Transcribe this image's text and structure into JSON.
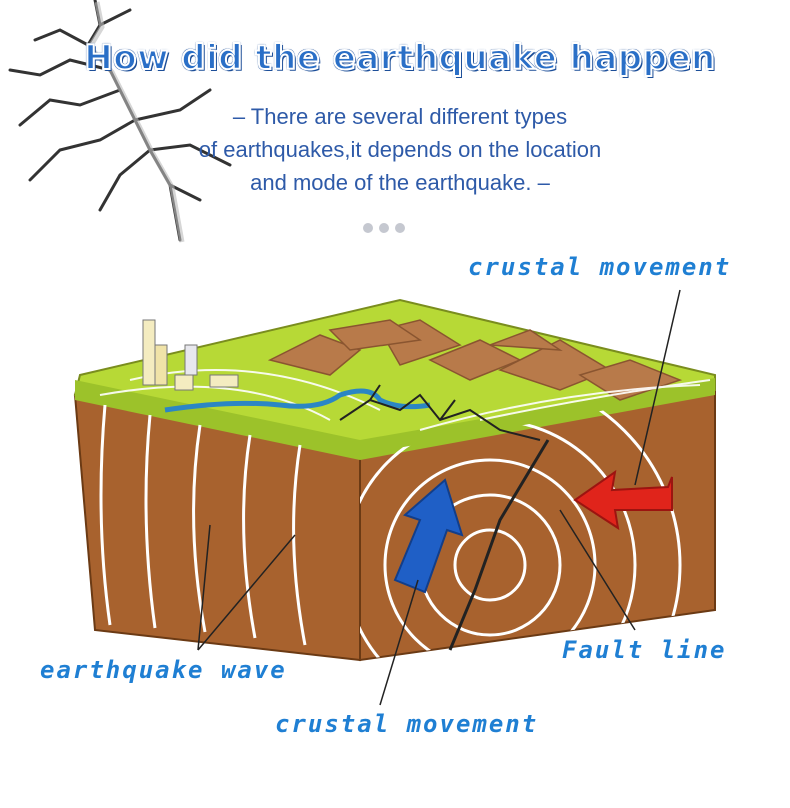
{
  "header": {
    "title": "How did the earthquake happen",
    "subtitle_lines": [
      "–  There are several different types",
      "of earthquakes,it depends on the location",
      "and mode of the earthquake.    –"
    ]
  },
  "labels": {
    "crustal_top": "crustal movement",
    "fault_line": "Fault line",
    "wave": "earthquake wave",
    "crustal_bottom": "crustal movement"
  },
  "colors": {
    "label_blue": "#1f7fd3",
    "title_blue": "#2a6fc7",
    "ground_green": "#b7d936",
    "soil_brown": "#a8622e",
    "arrow_red": "#e0241b",
    "arrow_blue": "#1f5fc6"
  }
}
